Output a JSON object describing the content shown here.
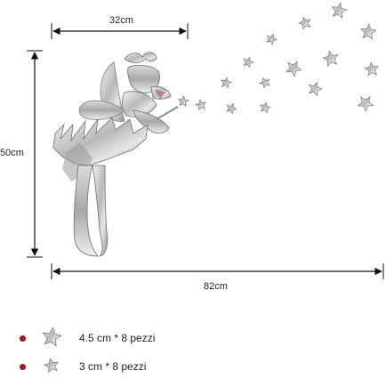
{
  "dimensions": {
    "fairy_width": "32cm",
    "fairy_height": "50cm",
    "total_width": "82cm"
  },
  "legend": [
    {
      "size_label": "4.5 cm * 8 pezzi",
      "icon": "large-star-icon"
    },
    {
      "size_label": "3 cm * 8 pezzi",
      "icon": "small-star-icon"
    }
  ],
  "colors": {
    "mirror_silver": "#c8c8c8",
    "mirror_dark": "#8a8a8a",
    "bullet_red": "#a01820",
    "dimension_line": "#111111"
  },
  "icons": {
    "large_star": "star-icon",
    "small_star": "star-icon"
  }
}
